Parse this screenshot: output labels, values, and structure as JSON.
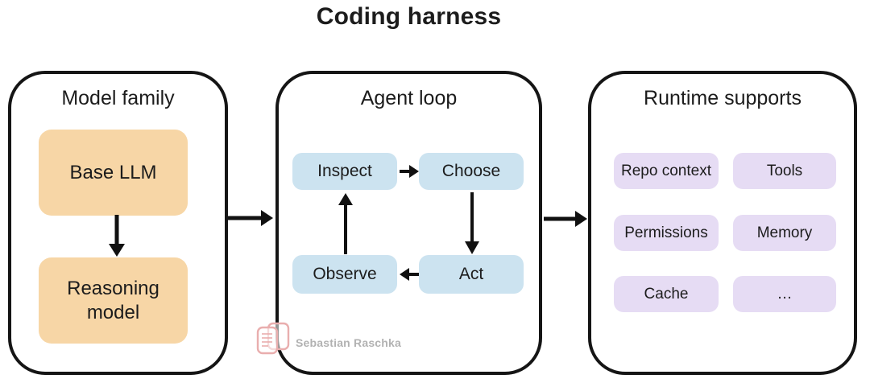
{
  "title": "Coding harness",
  "panels": {
    "model": {
      "title": "Model family",
      "base_llm": "Base LLM",
      "reasoning": "Reasoning\nmodel"
    },
    "agent": {
      "title": "Agent loop",
      "inspect": "Inspect",
      "choose": "Choose",
      "observe": "Observe",
      "act": "Act"
    },
    "runtime": {
      "title": "Runtime supports",
      "items": [
        "Repo context",
        "Tools",
        "Permissions",
        "Memory",
        "Cache",
        "…"
      ]
    }
  },
  "watermark": "Sebastian Raschka",
  "colors": {
    "model_box": "#f7d6a6",
    "agent_box": "#cce3f0",
    "runtime_box": "#e6dcf4",
    "panel_border": "#151515",
    "text": "#1c1c1c",
    "watermark_text": "#b2b2b2",
    "watermark_icon": "#e9aeae"
  }
}
